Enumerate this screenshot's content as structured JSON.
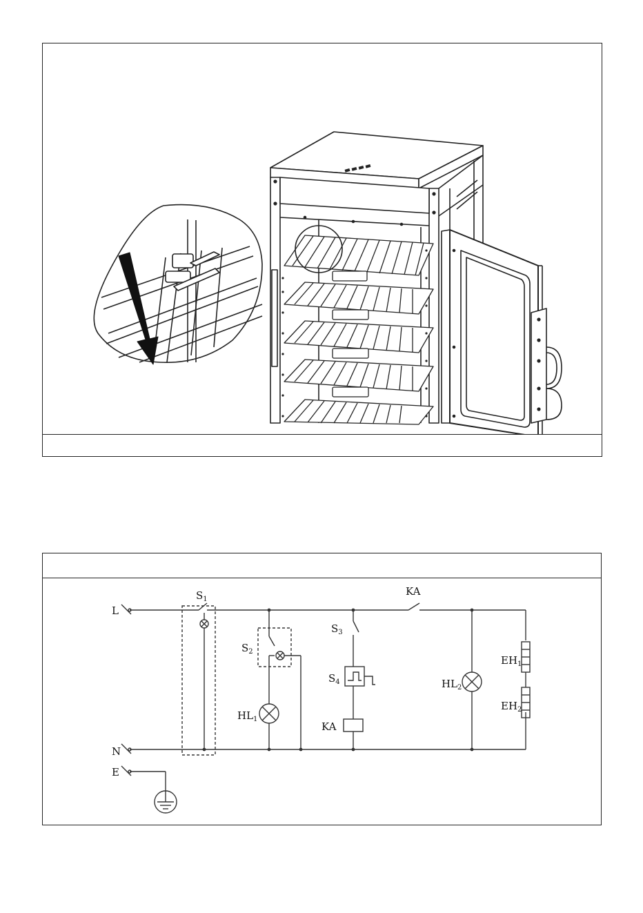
{
  "top_panel": {
    "caption": ""
  },
  "bottom_panel": {
    "header": ""
  },
  "circuit": {
    "terminals": {
      "live": "L",
      "neutral": "N",
      "earth": "E"
    },
    "components": {
      "s1": {
        "base": "S",
        "sub": "1"
      },
      "s2": {
        "base": "S",
        "sub": "2"
      },
      "s3": {
        "base": "S",
        "sub": "3"
      },
      "s4": {
        "base": "S",
        "sub": "4"
      },
      "ka_contact": "KA",
      "ka_coil": "KA",
      "hl1": {
        "base": "HL",
        "sub": "1"
      },
      "hl2": {
        "base": "HL",
        "sub": "2"
      },
      "eh1": {
        "base": "EH",
        "sub": "1"
      },
      "eh2": {
        "base": "EH",
        "sub": "2"
      }
    }
  },
  "icons": [
    "down-arrow-icon",
    "lamp-icon",
    "earth-ground-icon",
    "heating-element-icon",
    "thermostat-icon",
    "relay-coil-icon"
  ]
}
